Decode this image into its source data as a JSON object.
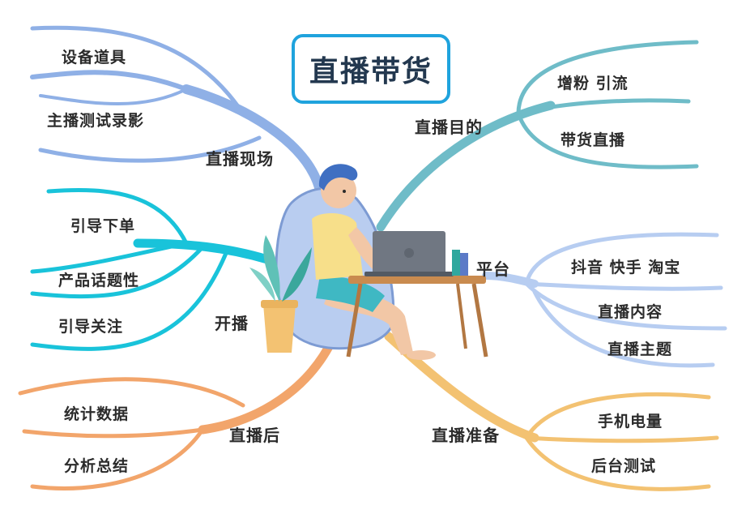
{
  "title": "直播带货",
  "colors": {
    "scene": "#8fb0e6",
    "start": "#19c3da",
    "after": "#f2a56b",
    "purpose": "#6fbcc8",
    "platform": "#b7cdf1",
    "prepare": "#f3c272",
    "text": "#2b2b2b",
    "title_border": "#1fa3dd"
  },
  "branches": {
    "scene": {
      "label": "直播现场",
      "items": [
        "设备道具",
        "主播测试录影"
      ]
    },
    "start": {
      "label": "开播",
      "items": [
        "引导下单",
        "产品话题性",
        "引导关注"
      ]
    },
    "after": {
      "label": "直播后",
      "items": [
        "统计数据",
        "分析总结"
      ]
    },
    "purpose": {
      "label": "直播目的",
      "items": [
        "增粉  引流",
        "带货直播"
      ]
    },
    "platform": {
      "label": "平台",
      "items": [
        "抖音  快手  淘宝",
        "直播内容",
        "直播主题"
      ]
    },
    "prepare": {
      "label": "直播准备",
      "items": [
        "手机电量",
        "后台测试"
      ]
    }
  },
  "illustration": "person-with-laptop"
}
